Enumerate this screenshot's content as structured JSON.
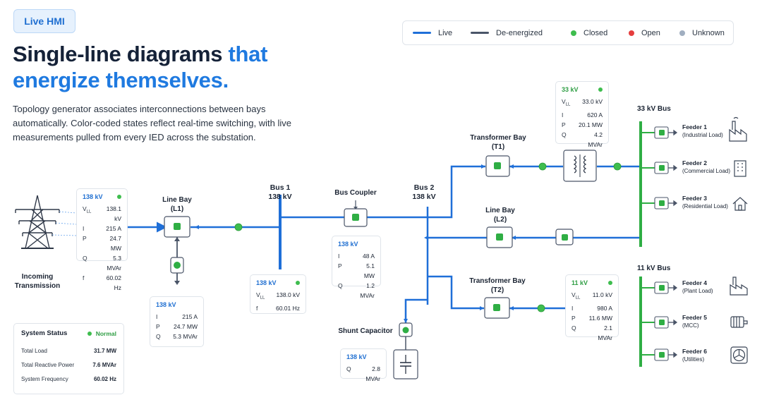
{
  "badge": "Live HMI",
  "title": {
    "line1": "Single-line diagrams ",
    "accent1": "that",
    "line2": "energize themselves."
  },
  "description": "Topology generator associates interconnections between bays automatically. Color-coded states reflect real-time switching, with live measurements pulled from every IED across the substation.",
  "legend": {
    "live": "Live",
    "deenergized": "De-energized",
    "closed": "Closed",
    "open": "Open",
    "unknown": "Unknown"
  },
  "colors": {
    "live": "#1f6fd8",
    "deenergized": "#4a5568",
    "closed": "#3ebd4e",
    "open": "#e53e3e",
    "unknown": "#a0aec0"
  },
  "labels": {
    "incoming": "Incoming\nTransmission",
    "line_bay_l1": "Line Bay\n(L1)",
    "bus1": "Bus 1\n138 kV",
    "bus_coupler": "Bus Coupler",
    "bus2": "Bus 2\n138 kV",
    "tb_t1": "Transformer Bay\n(T1)",
    "line_bay_l2": "Line Bay\n(L2)",
    "tb_t2": "Transformer Bay\n(T2)",
    "shunt": "Shunt Capacitor",
    "bus33": "33 kV Bus",
    "bus11": "11 kV Bus"
  },
  "cards": {
    "incoming": {
      "hd": "138 kV",
      "rows": [
        [
          "VLL",
          "138.1 kV"
        ],
        [
          "I",
          "215 A"
        ],
        [
          "P",
          "24.7 MW"
        ],
        [
          "Q",
          "5.3 MVAr"
        ],
        [
          "f",
          "60.02 Hz"
        ]
      ]
    },
    "l1": {
      "hd": "138 kV",
      "rows": [
        [
          "I",
          "215 A"
        ],
        [
          "P",
          "24.7 MW"
        ],
        [
          "Q",
          "5.3 MVAr"
        ]
      ]
    },
    "bus1": {
      "hd": "138 kV",
      "rows": [
        [
          "VLL",
          "138.0 kV"
        ],
        [
          "f",
          "60.01 Hz"
        ]
      ]
    },
    "coupler": {
      "hd": "138 kV",
      "rows": [
        [
          "I",
          "48 A"
        ],
        [
          "P",
          "5.1 MW"
        ],
        [
          "Q",
          "1.2 MVAr"
        ]
      ]
    },
    "shunt": {
      "hd": "138 kV",
      "rows": [
        [
          "Q",
          "2.8 MVAr"
        ]
      ]
    },
    "t1": {
      "hd": "33 kV",
      "rows": [
        [
          "VLL",
          "33.0 kV"
        ],
        [
          "I",
          "620 A"
        ],
        [
          "P",
          "20.1 MW"
        ],
        [
          "Q",
          "4.2 MVAr"
        ]
      ]
    },
    "t2": {
      "hd": "11 kV",
      "rows": [
        [
          "VLL",
          "11.0 kV"
        ],
        [
          "I",
          "980 A"
        ],
        [
          "P",
          "11.6 MW"
        ],
        [
          "Q",
          "2.1 MVAr"
        ]
      ]
    }
  },
  "status": {
    "title": "System Status",
    "state": "Normal",
    "rows": [
      [
        "Total Load",
        "31.7 MW"
      ],
      [
        "Total Reactive Power",
        "7.6 MVAr"
      ],
      [
        "System Frequency",
        "60.02 Hz"
      ]
    ]
  },
  "feeders": [
    {
      "name": "Feeder 1",
      "sub": "(Industrial Load)",
      "icon": "factory-icon"
    },
    {
      "name": "Feeder 2",
      "sub": "(Commercial Load)",
      "icon": "building-icon"
    },
    {
      "name": "Feeder 3",
      "sub": "(Residential Load)",
      "icon": "house-icon"
    },
    {
      "name": "Feeder 4",
      "sub": "(Plant Load)",
      "icon": "plant-icon"
    },
    {
      "name": "Feeder 5",
      "sub": "(MCC)",
      "icon": "motor-icon"
    },
    {
      "name": "Feeder 6",
      "sub": "(Utilities)",
      "icon": "fan-icon"
    }
  ]
}
